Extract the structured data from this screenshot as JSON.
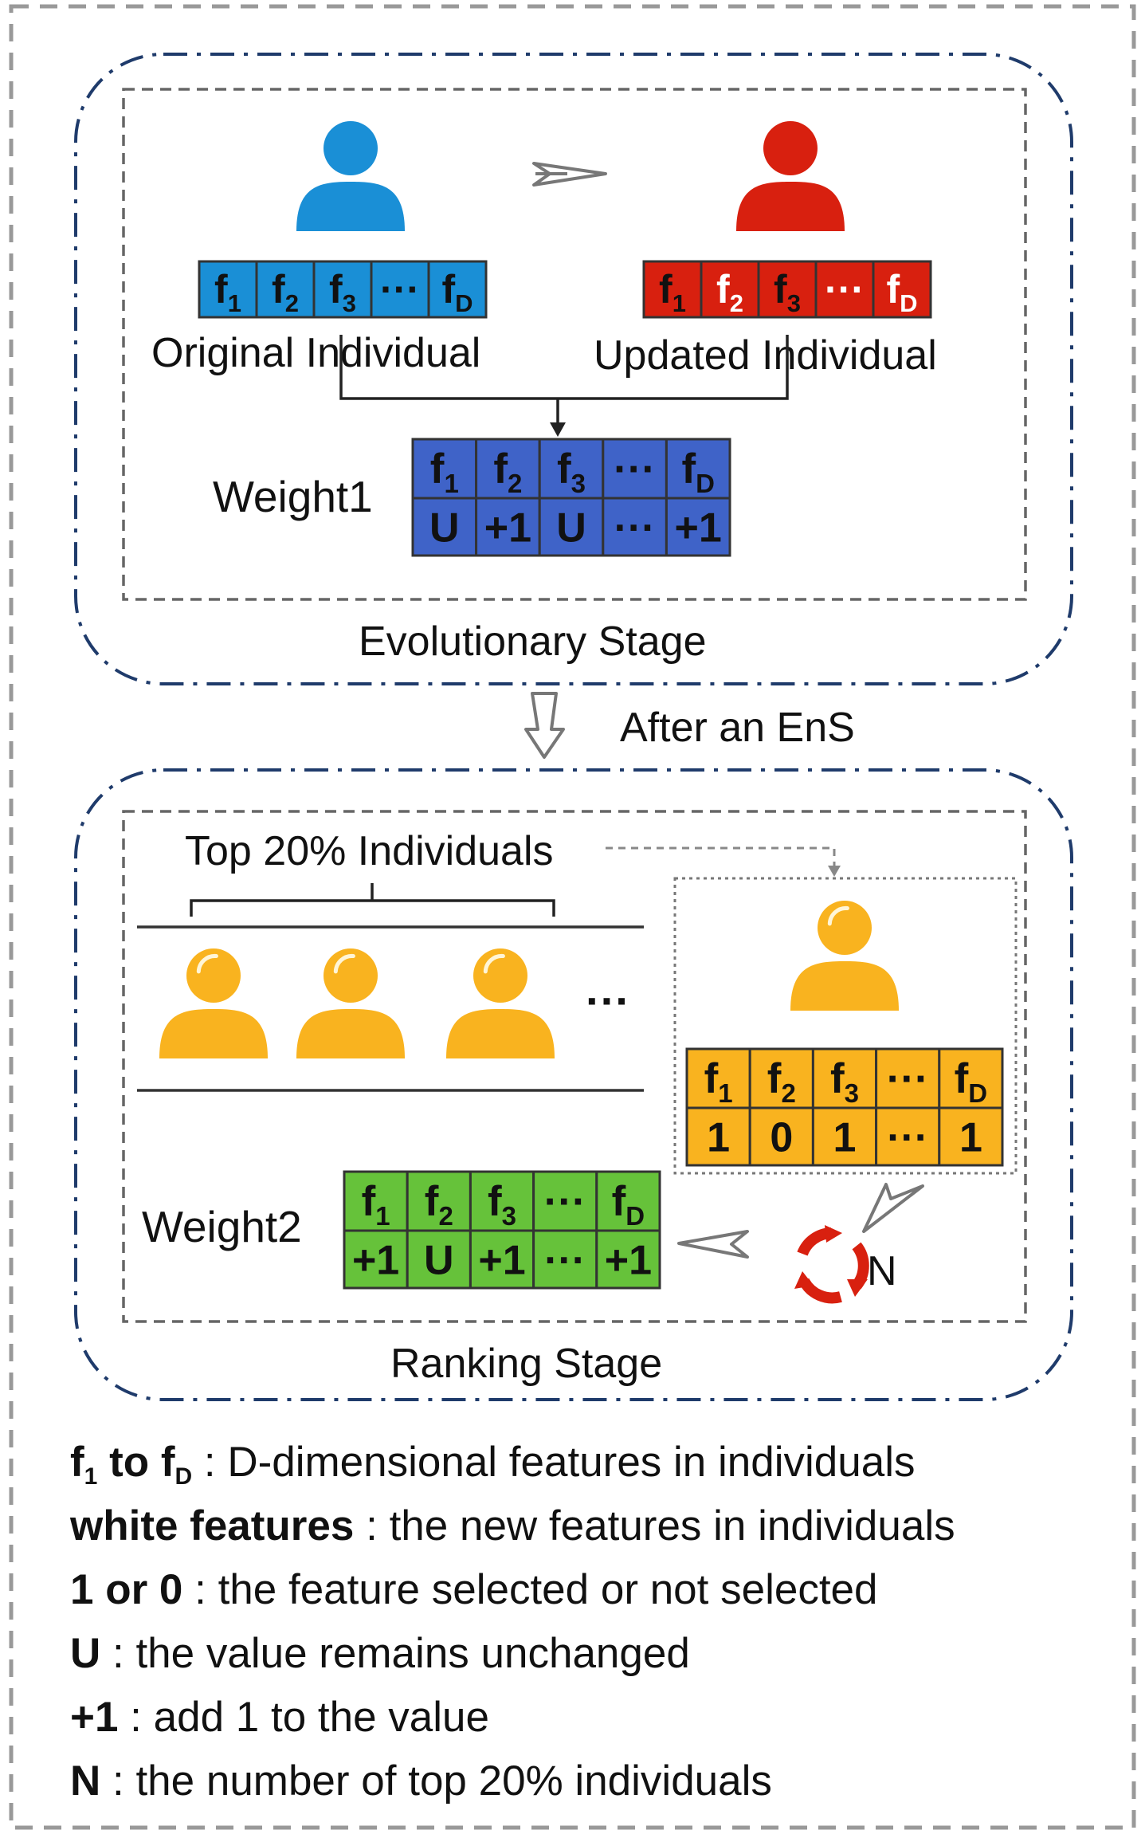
{
  "colors": {
    "original": "#1a8fd6",
    "updated": "#d8200f",
    "weight1": "#3f63c8",
    "top": "#f9b31f",
    "weight2": "#66c23a",
    "frame": "#1f3b6b",
    "arrow": "#777777"
  },
  "icons": {
    "original_person": "person-icon",
    "updated_person": "person-icon",
    "top_people": "person-icon",
    "cycle": "cycle-arrows-icon"
  },
  "evolutionary": {
    "stage_label": "Evolutionary Stage",
    "original_label": "Original Individual",
    "updated_label": "Updated Individual",
    "features": [
      "f1",
      "f2",
      "f3",
      "···",
      "fD"
    ],
    "weight1_label": "Weight1",
    "weight1_values": [
      "U",
      "+1",
      "U",
      "···",
      "+1"
    ]
  },
  "transition_label": "After an EnS",
  "ranking": {
    "stage_label": "Ranking Stage",
    "top_label": "Top 20% Individuals",
    "ellipsis": "···",
    "selection_values": [
      "1",
      "0",
      "1",
      "···",
      "1"
    ],
    "weight2_label": "Weight2",
    "weight2_values": [
      "+1",
      "U",
      "+1",
      "···",
      "+1"
    ],
    "n_label": "N"
  },
  "legend": [
    {
      "key_base": "f",
      "key_sub1": "1",
      "key_mid": " to f",
      "key_sub2": "D",
      "text": " : D-dimensional features in individuals"
    },
    {
      "key": "white features",
      "text": " : the new features in individuals"
    },
    {
      "key": "1 or 0",
      "text": " : the feature selected or not selected"
    },
    {
      "key": "U",
      "text": " : the value remains unchanged"
    },
    {
      "key": "+1",
      "text": " : add 1 to the value"
    },
    {
      "key": "N",
      "text": " : the number of top 20% individuals"
    }
  ]
}
